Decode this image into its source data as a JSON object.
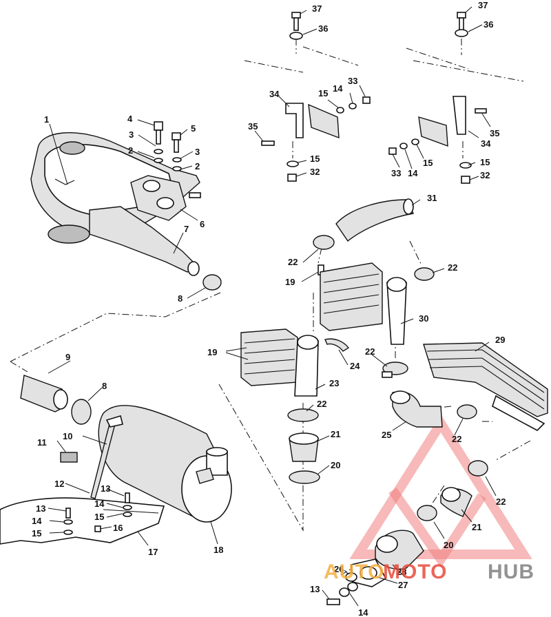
{
  "callouts": [
    {
      "id": "c37a",
      "text": "37"
    },
    {
      "id": "c36a",
      "text": "36"
    },
    {
      "id": "c37b",
      "text": "37"
    },
    {
      "id": "c36b",
      "text": "36"
    },
    {
      "id": "c34a",
      "text": "34"
    },
    {
      "id": "c15a",
      "text": "15"
    },
    {
      "id": "c14a",
      "text": "14"
    },
    {
      "id": "c33a",
      "text": "33"
    },
    {
      "id": "c35a",
      "text": "35"
    },
    {
      "id": "c15b",
      "text": "15"
    },
    {
      "id": "c32a",
      "text": "32"
    },
    {
      "id": "c35b",
      "text": "35"
    },
    {
      "id": "c34b",
      "text": "34"
    },
    {
      "id": "c33b",
      "text": "33"
    },
    {
      "id": "c14b",
      "text": "14"
    },
    {
      "id": "c15c",
      "text": "15"
    },
    {
      "id": "c15d",
      "text": "15"
    },
    {
      "id": "c32b",
      "text": "32"
    },
    {
      "id": "c1",
      "text": "1"
    },
    {
      "id": "c4",
      "text": "4"
    },
    {
      "id": "c5",
      "text": "5"
    },
    {
      "id": "c3a",
      "text": "3"
    },
    {
      "id": "c2a",
      "text": "2"
    },
    {
      "id": "c3b",
      "text": "3"
    },
    {
      "id": "c2b",
      "text": "2"
    },
    {
      "id": "c6",
      "text": "6"
    },
    {
      "id": "c7",
      "text": "7"
    },
    {
      "id": "c8a",
      "text": "8"
    },
    {
      "id": "c31",
      "text": "31"
    },
    {
      "id": "c22a",
      "text": "22"
    },
    {
      "id": "c22b",
      "text": "22"
    },
    {
      "id": "c19a",
      "text": "19"
    },
    {
      "id": "c30",
      "text": "30"
    },
    {
      "id": "c19b",
      "text": "19"
    },
    {
      "id": "c24",
      "text": "24"
    },
    {
      "id": "c23",
      "text": "23"
    },
    {
      "id": "c22c",
      "text": "22"
    },
    {
      "id": "c29",
      "text": "29"
    },
    {
      "id": "c9",
      "text": "9"
    },
    {
      "id": "c8b",
      "text": "8"
    },
    {
      "id": "c22d",
      "text": "22"
    },
    {
      "id": "c21a",
      "text": "21"
    },
    {
      "id": "c25",
      "text": "25"
    },
    {
      "id": "c22e",
      "text": "22"
    },
    {
      "id": "c20a",
      "text": "20"
    },
    {
      "id": "c11",
      "text": "11"
    },
    {
      "id": "c10",
      "text": "10"
    },
    {
      "id": "c12",
      "text": "12"
    },
    {
      "id": "c13a",
      "text": "13"
    },
    {
      "id": "c14c",
      "text": "14"
    },
    {
      "id": "c15e",
      "text": "15"
    },
    {
      "id": "c16",
      "text": "16"
    },
    {
      "id": "c13b",
      "text": "13"
    },
    {
      "id": "c14d",
      "text": "14"
    },
    {
      "id": "c15f",
      "text": "15"
    },
    {
      "id": "c17",
      "text": "17"
    },
    {
      "id": "c18",
      "text": "18"
    },
    {
      "id": "c22f",
      "text": "22"
    },
    {
      "id": "c21b",
      "text": "21"
    },
    {
      "id": "c20b",
      "text": "20"
    },
    {
      "id": "c26",
      "text": "26"
    },
    {
      "id": "c28",
      "text": "28"
    },
    {
      "id": "c27",
      "text": "27"
    },
    {
      "id": "c13c",
      "text": "13"
    },
    {
      "id": "c14e",
      "text": "14"
    }
  ],
  "watermark": {
    "part1": "AUTO",
    "part2": "MOTO",
    "part3": "HUB",
    "colors": {
      "triangle": "#f08080",
      "auto": "#f5b041",
      "moto": "#e74c3c",
      "hub": "#7f7f7f"
    }
  }
}
